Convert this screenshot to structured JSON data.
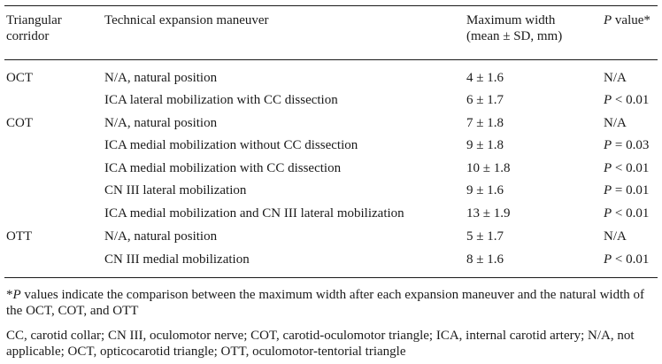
{
  "header": {
    "col1_line1": "Triangular",
    "col1_line2": "corridor",
    "col2": "Technical expansion maneuver",
    "col3_line1": "Maximum width",
    "col3_line2": "(mean ± SD, mm)",
    "col4_p": "P",
    "col4_rest": " value*"
  },
  "rows": [
    {
      "corridor": "OCT",
      "maneuver": "N/A, natural position",
      "width": "4 ± 1.6",
      "p_lead": "",
      "p_rest": "N/A"
    },
    {
      "corridor": "",
      "maneuver": "ICA lateral mobilization with CC dissection",
      "width": "6 ± 1.7",
      "p_lead": "P",
      "p_rest": " < 0.01"
    },
    {
      "corridor": "COT",
      "maneuver": "N/A, natural position",
      "width": "7 ± 1.8",
      "p_lead": "",
      "p_rest": "N/A"
    },
    {
      "corridor": "",
      "maneuver": "ICA medial mobilization without CC dissection",
      "width": "9 ± 1.8",
      "p_lead": "P",
      "p_rest": " = 0.03"
    },
    {
      "corridor": "",
      "maneuver": "ICA medial mobilization with CC dissection",
      "width": "10 ± 1.8",
      "p_lead": "P",
      "p_rest": " < 0.01"
    },
    {
      "corridor": "",
      "maneuver": "CN III lateral mobilization",
      "width": "9 ± 1.6",
      "p_lead": "P",
      "p_rest": " = 0.01"
    },
    {
      "corridor": "",
      "maneuver": "ICA medial mobilization and CN III lateral mobilization",
      "width": "13 ± 1.9",
      "p_lead": "P",
      "p_rest": " < 0.01"
    },
    {
      "corridor": "OTT",
      "maneuver": "N/A, natural position",
      "width": "5 ± 1.7",
      "p_lead": "",
      "p_rest": "N/A"
    },
    {
      "corridor": "",
      "maneuver": "CN III medial mobilization",
      "width": "8 ± 1.6",
      "p_lead": "P",
      "p_rest": " < 0.01"
    }
  ],
  "footnote": {
    "star_lead": "*",
    "star_p": "P",
    "star_text": " values indicate the comparison between the maximum width after each expansion maneuver and the natural width of the OCT, COT, and OTT",
    "abbreviations": "CC, carotid collar; CN III, oculomotor nerve; COT, carotid-oculomotor triangle; ICA, internal carotid artery; N/A, not applicable; OCT, opticocarotid triangle;  OTT, oculomotor-tentorial triangle"
  }
}
